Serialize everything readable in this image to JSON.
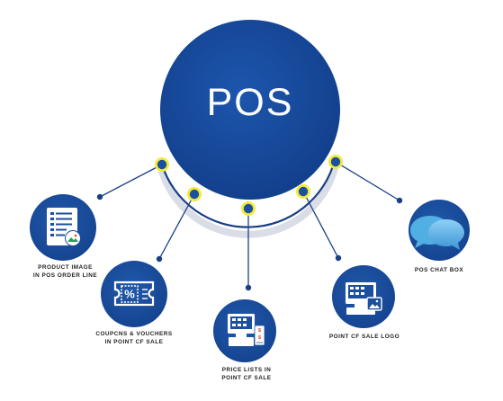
{
  "center": {
    "title": "POS"
  },
  "colors": {
    "hub_blue": "#16489a",
    "icon_blue": "#1b4f9f",
    "node_yellow": "#f2ea3a",
    "line_blue": "#1a3f86",
    "label_text": "#1f1f1f"
  },
  "features": [
    {
      "line1": "PRODUCT IMAGE",
      "line2": "IN POS ORDER LINE",
      "icon": "product-list-icon"
    },
    {
      "line1": "COUPCNS & VOUCHERS",
      "line2": "IN POINT CF SALE",
      "icon": "coupon-icon"
    },
    {
      "line1": "PRICE LISTS IN",
      "line2": "POINT CF SALE",
      "icon": "pos-terminal-icon"
    },
    {
      "line1": "POINT CF SALE LOGO",
      "line2": "",
      "icon": "pos-logo-icon"
    },
    {
      "line1": "POS CHAT BOX",
      "line2": "",
      "icon": "chat-bubbles-icon"
    }
  ]
}
